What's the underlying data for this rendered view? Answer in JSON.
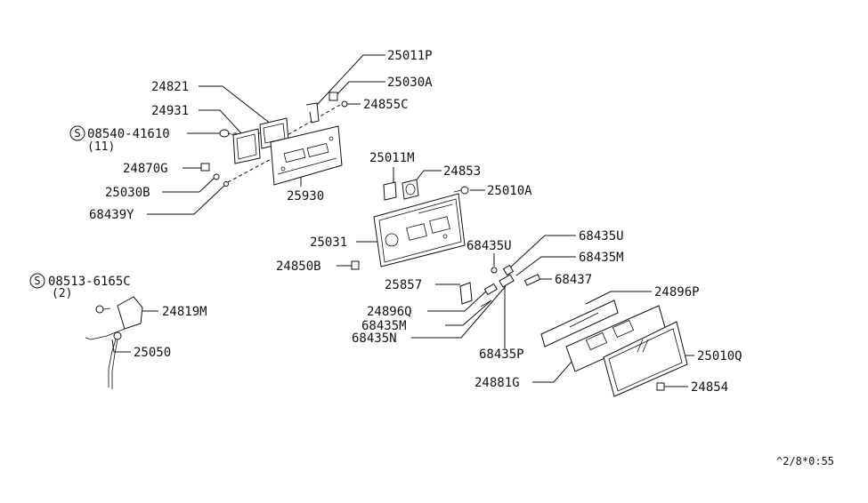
{
  "labels": {
    "p25011P": "25011P",
    "p24821": "24821",
    "p25030A": "25030A",
    "p24931": "24931",
    "p24855C": "24855C",
    "p08540": "08540-41610",
    "q11": "(11)",
    "p24870G": "24870G",
    "p25030B": "25030B",
    "p25930": "25930",
    "p68439Y": "68439Y",
    "p25011M": "25011M",
    "p24853": "24853",
    "p25010A": "25010A",
    "p25031": "25031",
    "p68435U_a": "68435U",
    "p68435U_b": "68435U",
    "p68435M_a": "68435M",
    "p24850B": "24850B",
    "p68437": "68437",
    "p08513": "08513-6165C",
    "q2": "(2)",
    "p25857": "25857",
    "p24896P": "24896P",
    "p24819M": "24819M",
    "p24896Q": "24896Q",
    "p68435M_b": "68435M",
    "p68435N": "68435N",
    "p25050": "25050",
    "p68435P": "68435P",
    "p25010Q": "25010Q",
    "p24881G": "24881G",
    "p24854": "24854",
    "s_mark": "S",
    "footer_code": "^2/8*0:55"
  }
}
